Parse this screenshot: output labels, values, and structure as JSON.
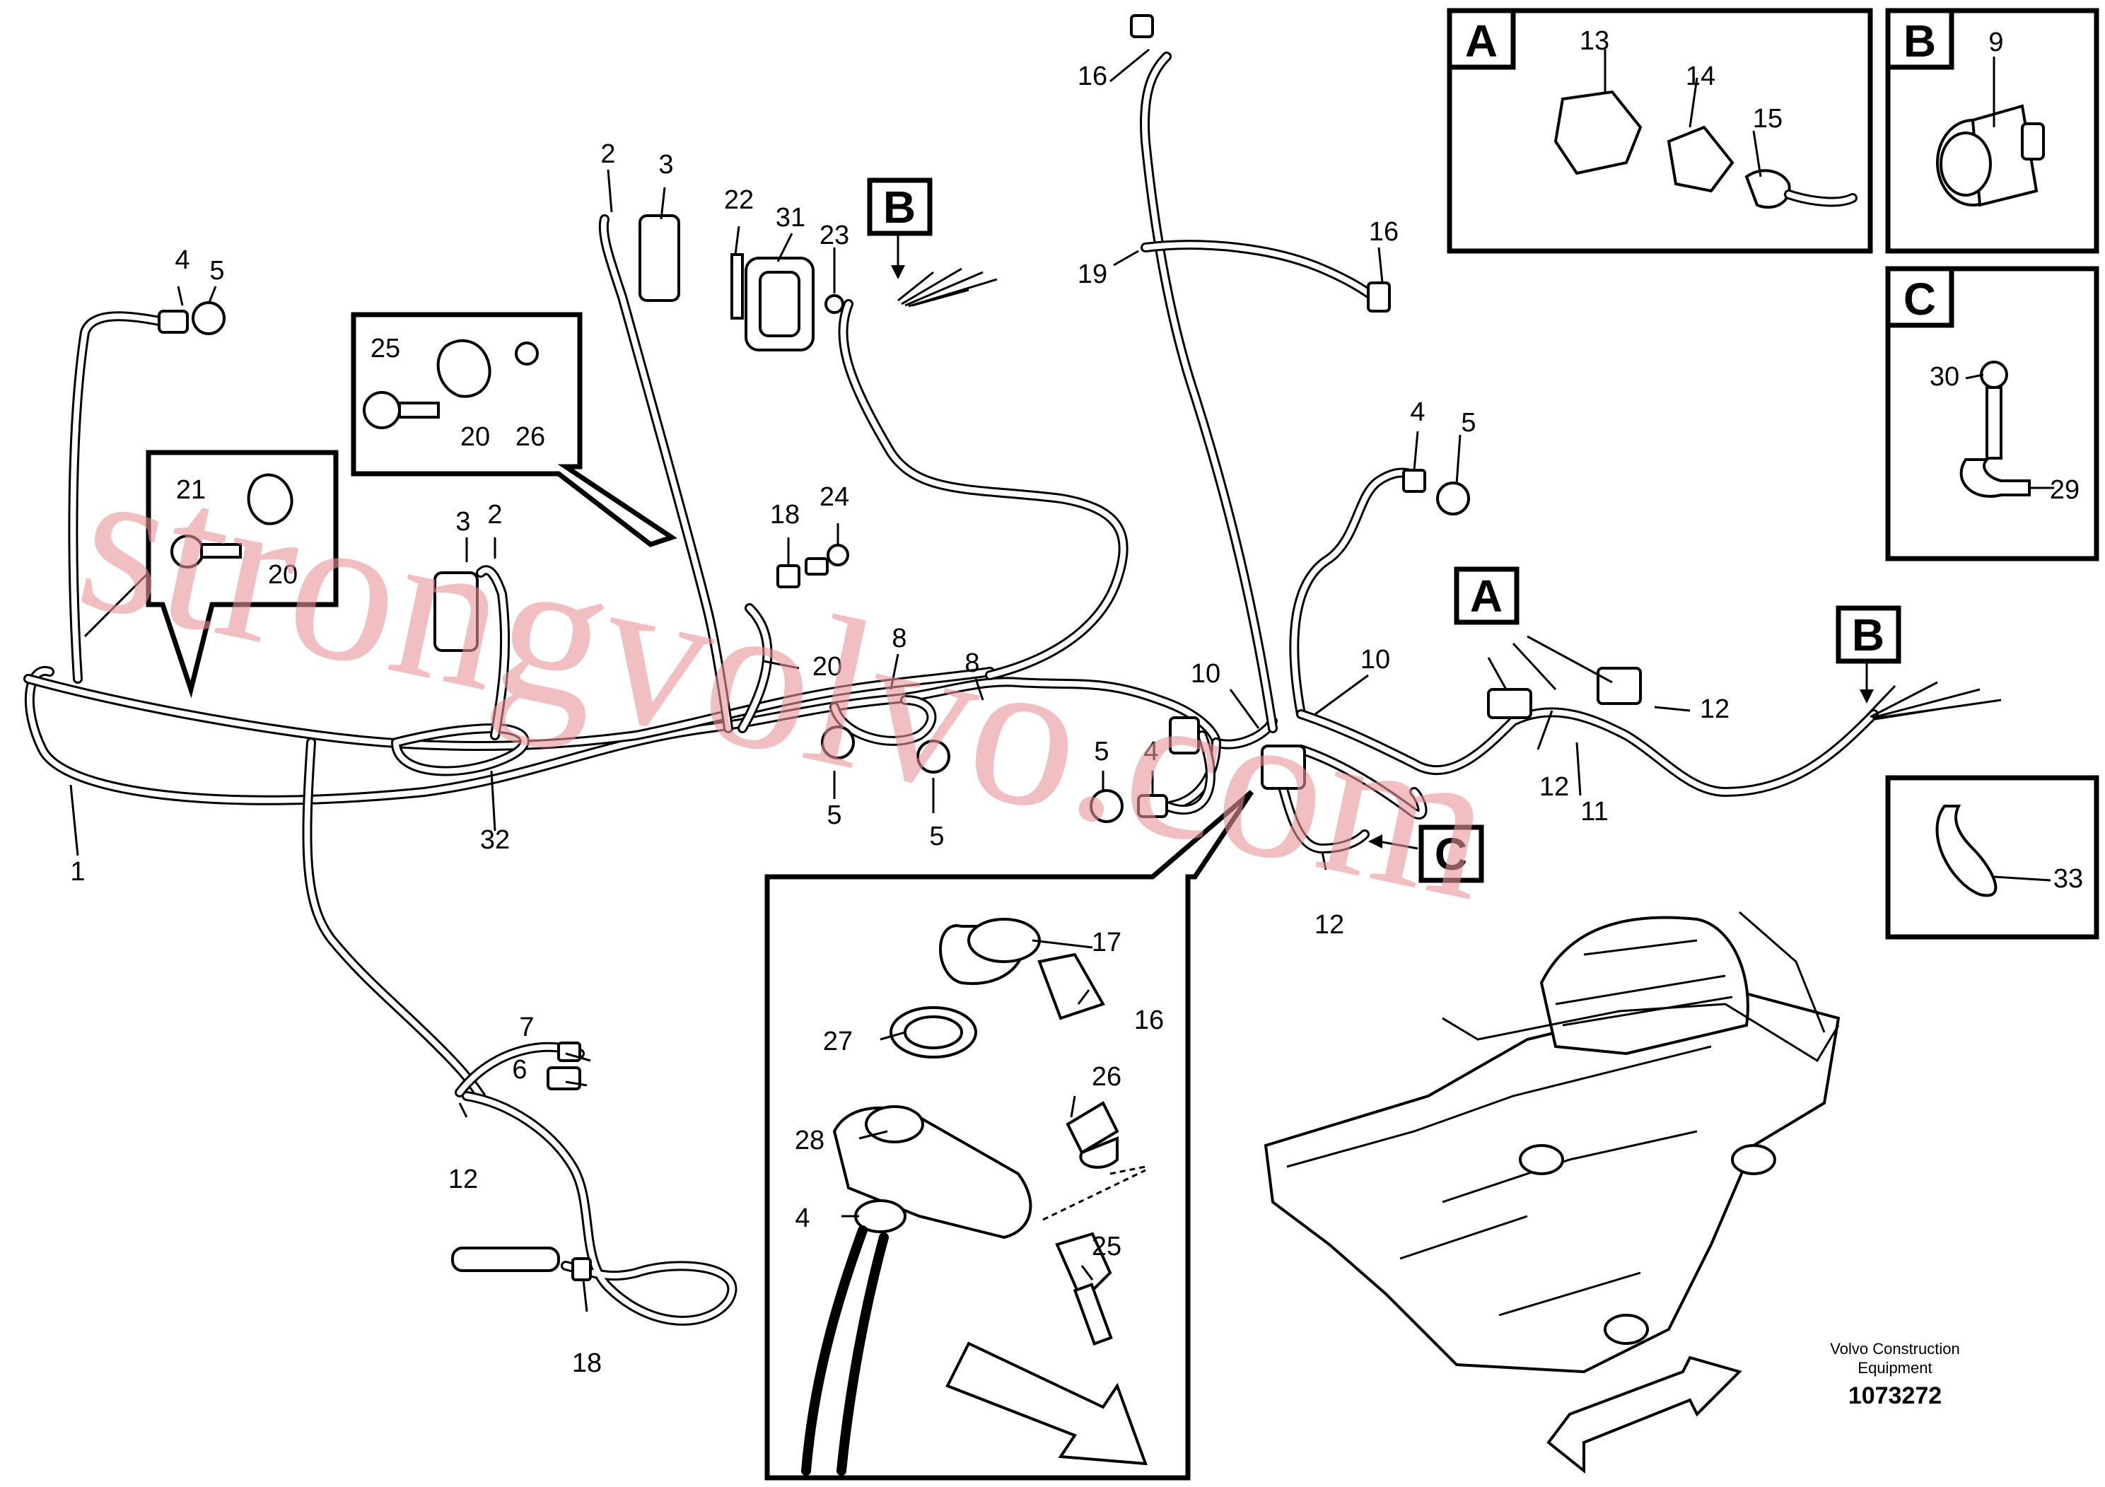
{
  "watermark": "strongvolvo.com",
  "footer": {
    "company_line1": "Volvo Construction",
    "company_line2": "Equipment",
    "doc_number": "1073272"
  },
  "detail_letters": {
    "a": "A",
    "b": "B",
    "c": "C"
  },
  "callouts": {
    "n1": "1",
    "n2": "2",
    "n3": "3",
    "n4": "4",
    "n5": "5",
    "n6": "6",
    "n7": "7",
    "n8": "8",
    "n9": "9",
    "n10": "10",
    "n11": "11",
    "n12": "12",
    "n13": "13",
    "n14": "14",
    "n15": "15",
    "n16": "16",
    "n17": "17",
    "n18": "18",
    "n19": "19",
    "n20": "20",
    "n21": "21",
    "n22": "22",
    "n23": "23",
    "n24": "24",
    "n25": "25",
    "n26": "26",
    "n27": "27",
    "n28": "28",
    "n29": "29",
    "n30": "30",
    "n31": "31",
    "n32": "32",
    "n33": "33"
  }
}
